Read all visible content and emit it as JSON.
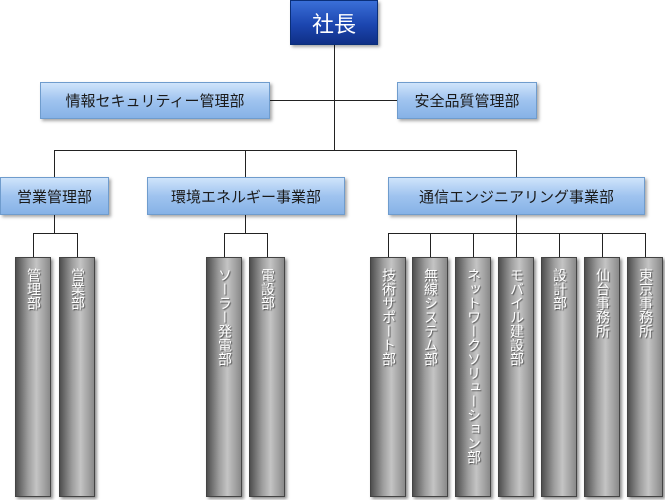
{
  "chart": {
    "ceo": "社長",
    "staff_left": "情報セキュリティー管理部",
    "staff_right": "安全品質管理部",
    "divisions": [
      {
        "name": "営業管理部",
        "units": [
          "管理部",
          "営業部"
        ]
      },
      {
        "name": "環境エネルギー事業部",
        "units": [
          "ソーラー発電部",
          "電設部"
        ]
      },
      {
        "name": "通信エンジニアリング事業部",
        "units": [
          "技術サポート部",
          "無線システム部",
          "ネットワークソリューション部",
          "モバイル建設部",
          "設計部",
          "仙台事務所",
          "東京事務所"
        ]
      }
    ]
  }
}
